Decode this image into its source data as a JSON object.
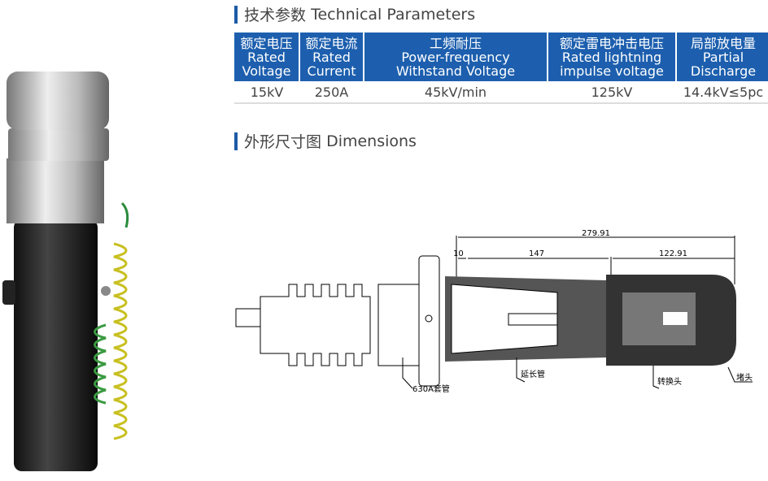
{
  "technical": {
    "title_cn": "技术参数",
    "title_en": "Technical Parameters",
    "columns": [
      {
        "cn": "额定电压",
        "en1": "Rated",
        "en2": "Voltage",
        "value": "15kV"
      },
      {
        "cn": "额定电流",
        "en1": "Rated",
        "en2": "Current",
        "value": "250A"
      },
      {
        "cn": "工频耐压",
        "en1": "Power-frequency",
        "en2": "Withstand Voltage",
        "value": "45kV/min"
      },
      {
        "cn": "额定雷电冲击电压",
        "en1": "Rated lightning",
        "en2": "impulse voltage",
        "value": "125kV"
      },
      {
        "cn": "局部放电量",
        "en1": "Partial",
        "en2": "Discharge",
        "value": "14.4kV≤5pc"
      }
    ]
  },
  "dimensions": {
    "title_cn": "外形尺寸图",
    "title_en": "Dimensions",
    "overall": "279.91",
    "d10": "10",
    "d147": "147",
    "d122": "122.91",
    "labels": {
      "bushing": "630A套管",
      "extension": "延长管",
      "adapter": "转换头",
      "plug": "堵头"
    }
  },
  "colors": {
    "accent": "#1d5fae"
  }
}
